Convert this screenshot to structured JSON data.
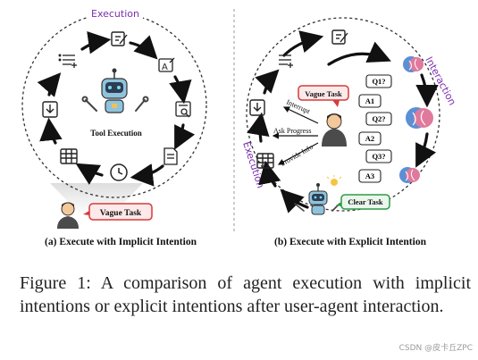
{
  "panel_a": {
    "ring_label": "Execution",
    "center_label": "Tool Execution",
    "user_bubble": "Vague Task",
    "subcaption": "(a) Execute with Implicit Intention"
  },
  "panel_b": {
    "execution_label": "Execution",
    "interaction_label": "Interaction",
    "user_bubble": "Vague Task",
    "robot_bubble": "Clear Task",
    "arrows": [
      "Interrupt",
      "Ask Progress",
      "Provide Info"
    ],
    "questions": [
      "Q1?",
      "Q2?",
      "Q3?"
    ],
    "answers": [
      "A1",
      "A2",
      "A3"
    ],
    "subcaption": "(b) Execute with Explicit Intention"
  },
  "caption": "Figure 1: A comparison of agent execution with implicit intentions or explicit intentions after user-agent interaction.",
  "watermark": "CSDN @皮卡丘ZPC",
  "colors": {
    "execution_purple": "#7b2fb0",
    "bubble_red": "#d63a3a",
    "bubble_green": "#2e9a46",
    "robot_blue": "#8fc3dd",
    "brain_blue": "#5b8fd6",
    "brain_pink": "#e07a9c"
  },
  "icons": [
    "list-add-icon",
    "edit-icon",
    "text-edit-icon",
    "search-doc-icon",
    "document-icon",
    "clock-icon",
    "table-icon",
    "download-icon",
    "robot-icon",
    "wrench-icon",
    "user-icon",
    "brain-icon",
    "bulb-icon"
  ]
}
